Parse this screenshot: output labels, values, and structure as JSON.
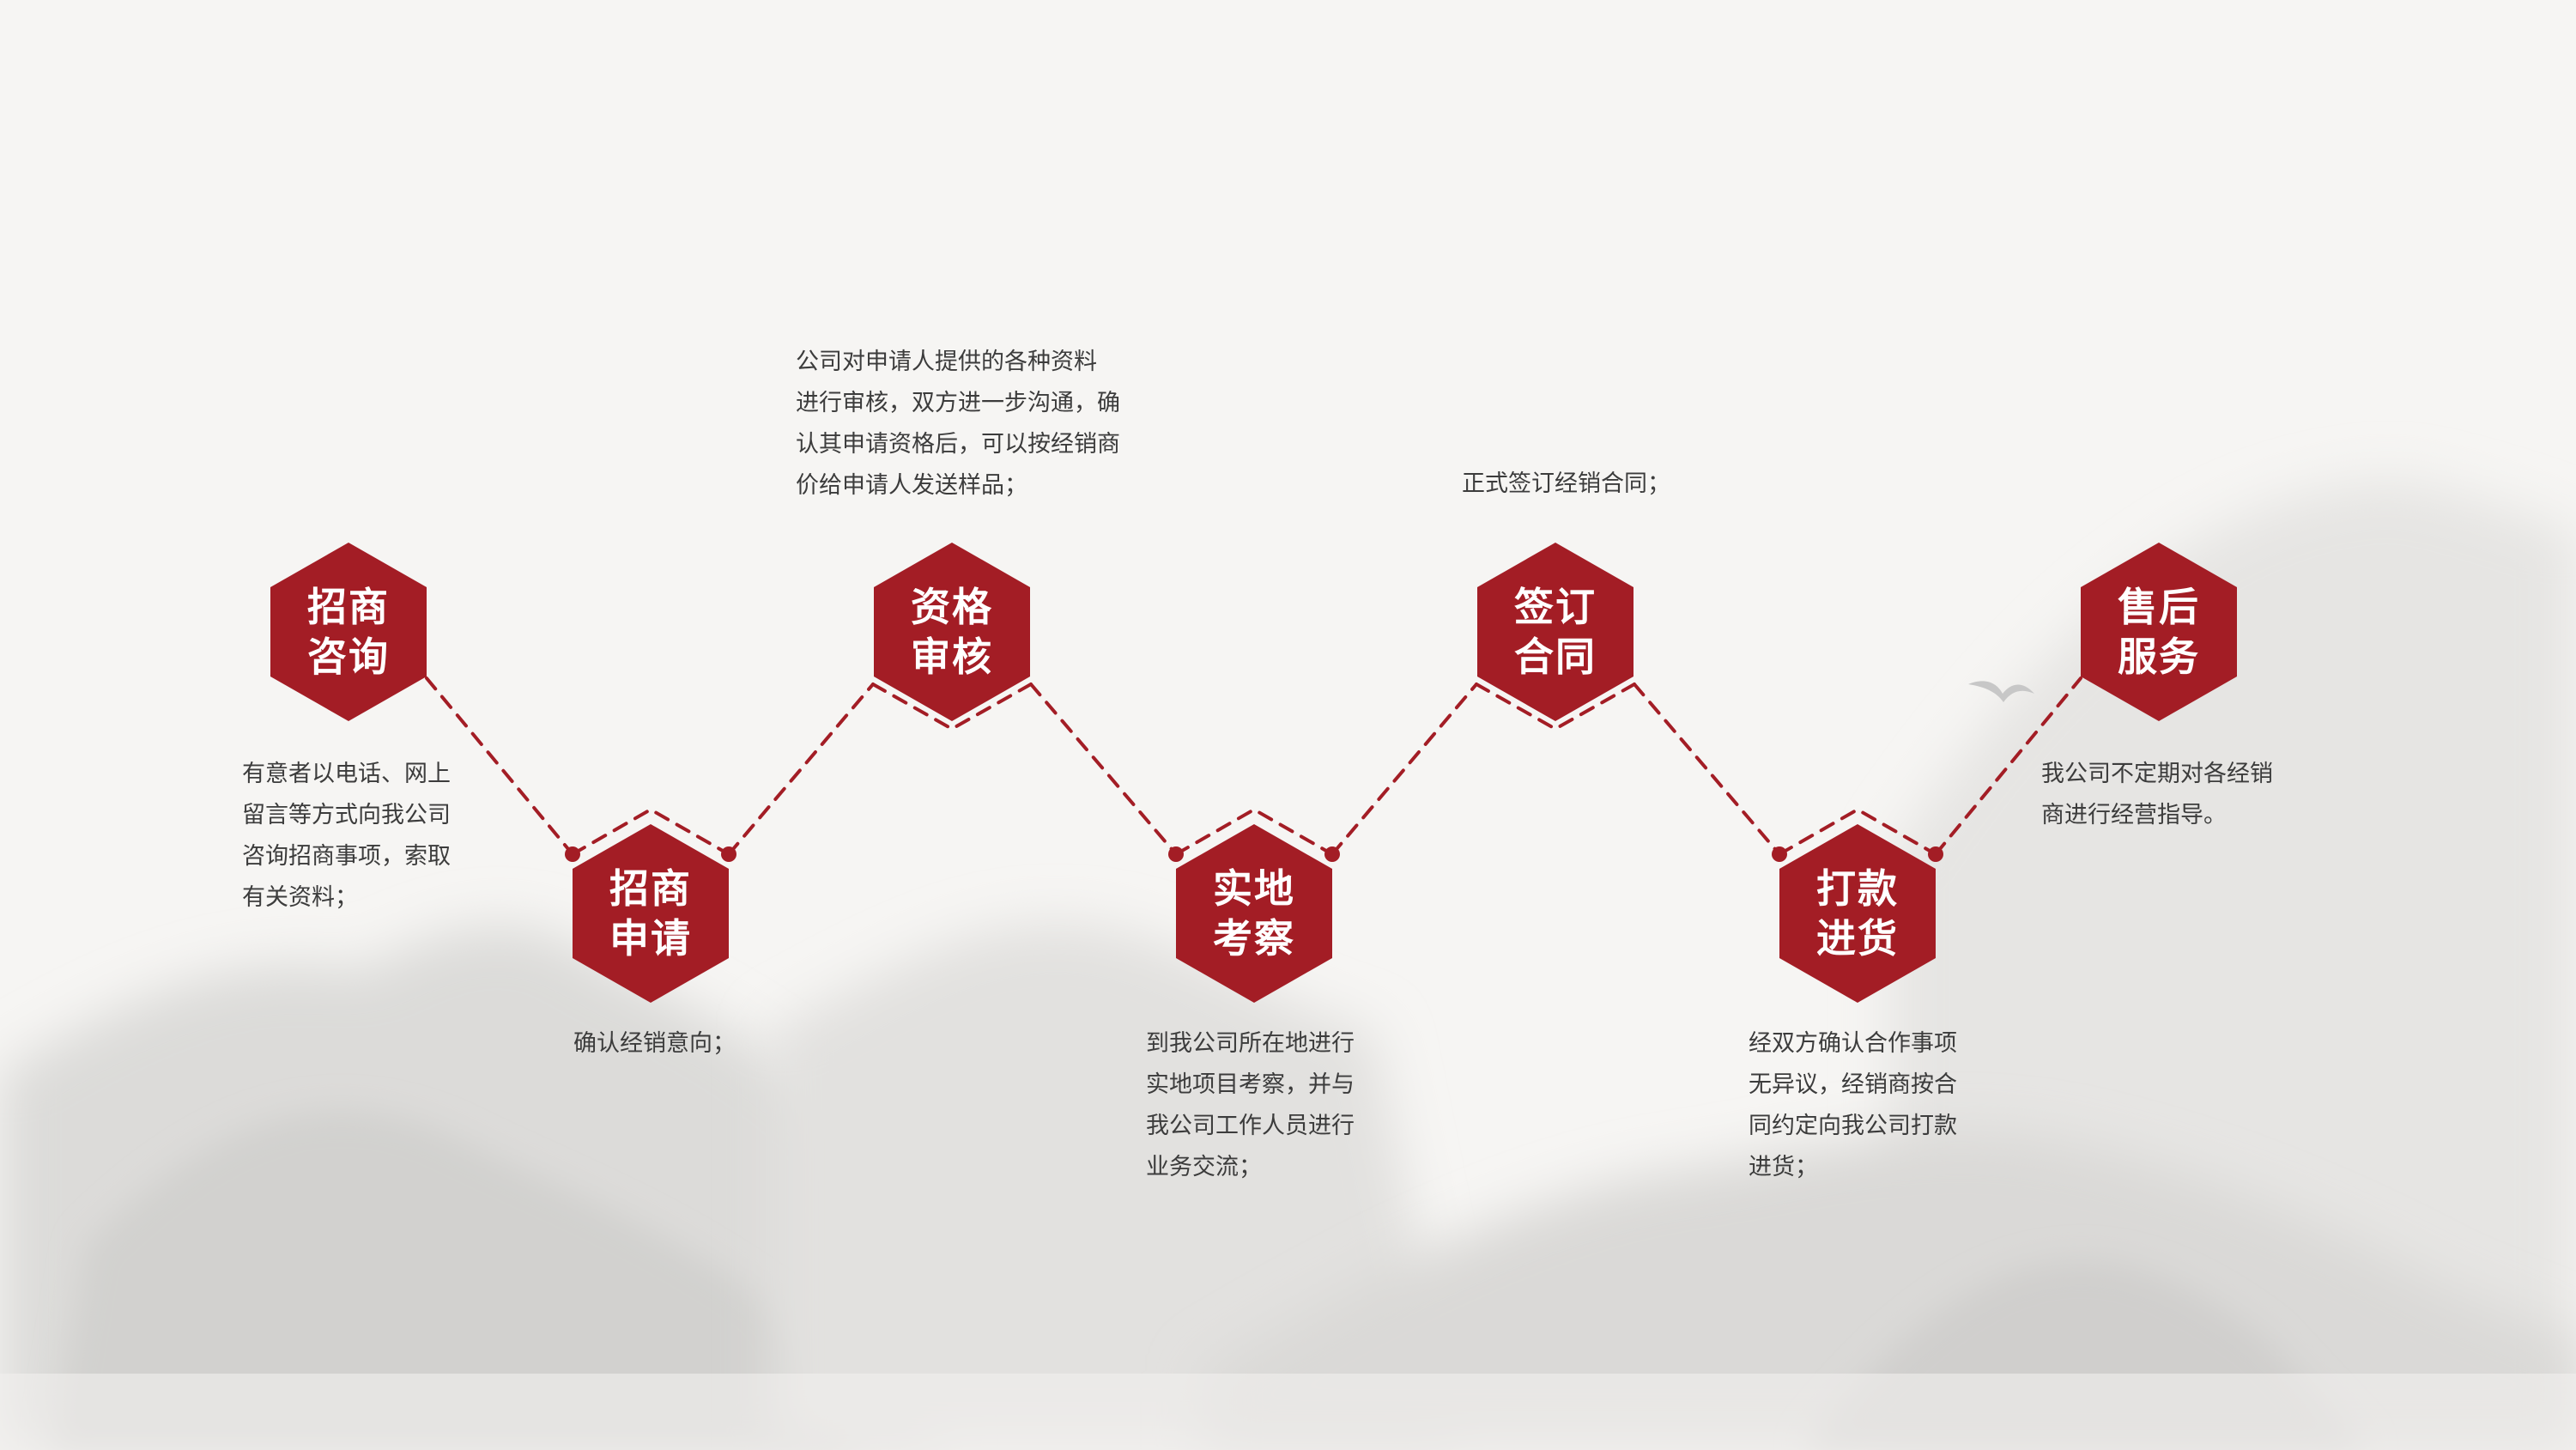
{
  "colors": {
    "accent": "#a31d25",
    "background": "#f6f5f3",
    "text": "#3c3c3c",
    "hex_text": "#ffffff"
  },
  "steps": [
    {
      "title": [
        "招商",
        "咨询"
      ],
      "desc": [
        "有意者以电话、网上",
        "留言等方式向我公司",
        "咨询招商事项，索取",
        "有关资料；"
      ]
    },
    {
      "title": [
        "招商",
        "申请"
      ],
      "desc": [
        "确认经销意向；"
      ]
    },
    {
      "title": [
        "资格",
        "审核"
      ],
      "desc": [
        "公司对申请人提供的各种资料",
        "进行审核，双方进一步沟通，确",
        "认其申请资格后，可以按经销商",
        "价给申请人发送样品；"
      ]
    },
    {
      "title": [
        "实地",
        "考察"
      ],
      "desc": [
        "到我公司所在地进行",
        "实地项目考察，并与",
        "我公司工作人员进行",
        "业务交流；"
      ]
    },
    {
      "title": [
        "签订",
        "合同"
      ],
      "desc": [
        "正式签订经销合同；"
      ]
    },
    {
      "title": [
        "打款",
        "进货"
      ],
      "desc": [
        "经双方确认合作事项",
        "无异议，经销商按合",
        "同约定向我公司打款",
        "进货；"
      ]
    },
    {
      "title": [
        "售后",
        "服务"
      ],
      "desc": [
        "我公司不定期对各经销",
        "商进行经营指导。"
      ]
    }
  ],
  "decor": {
    "bird_icon": "bird-silhouette",
    "background": "ink-wash-mountains"
  }
}
